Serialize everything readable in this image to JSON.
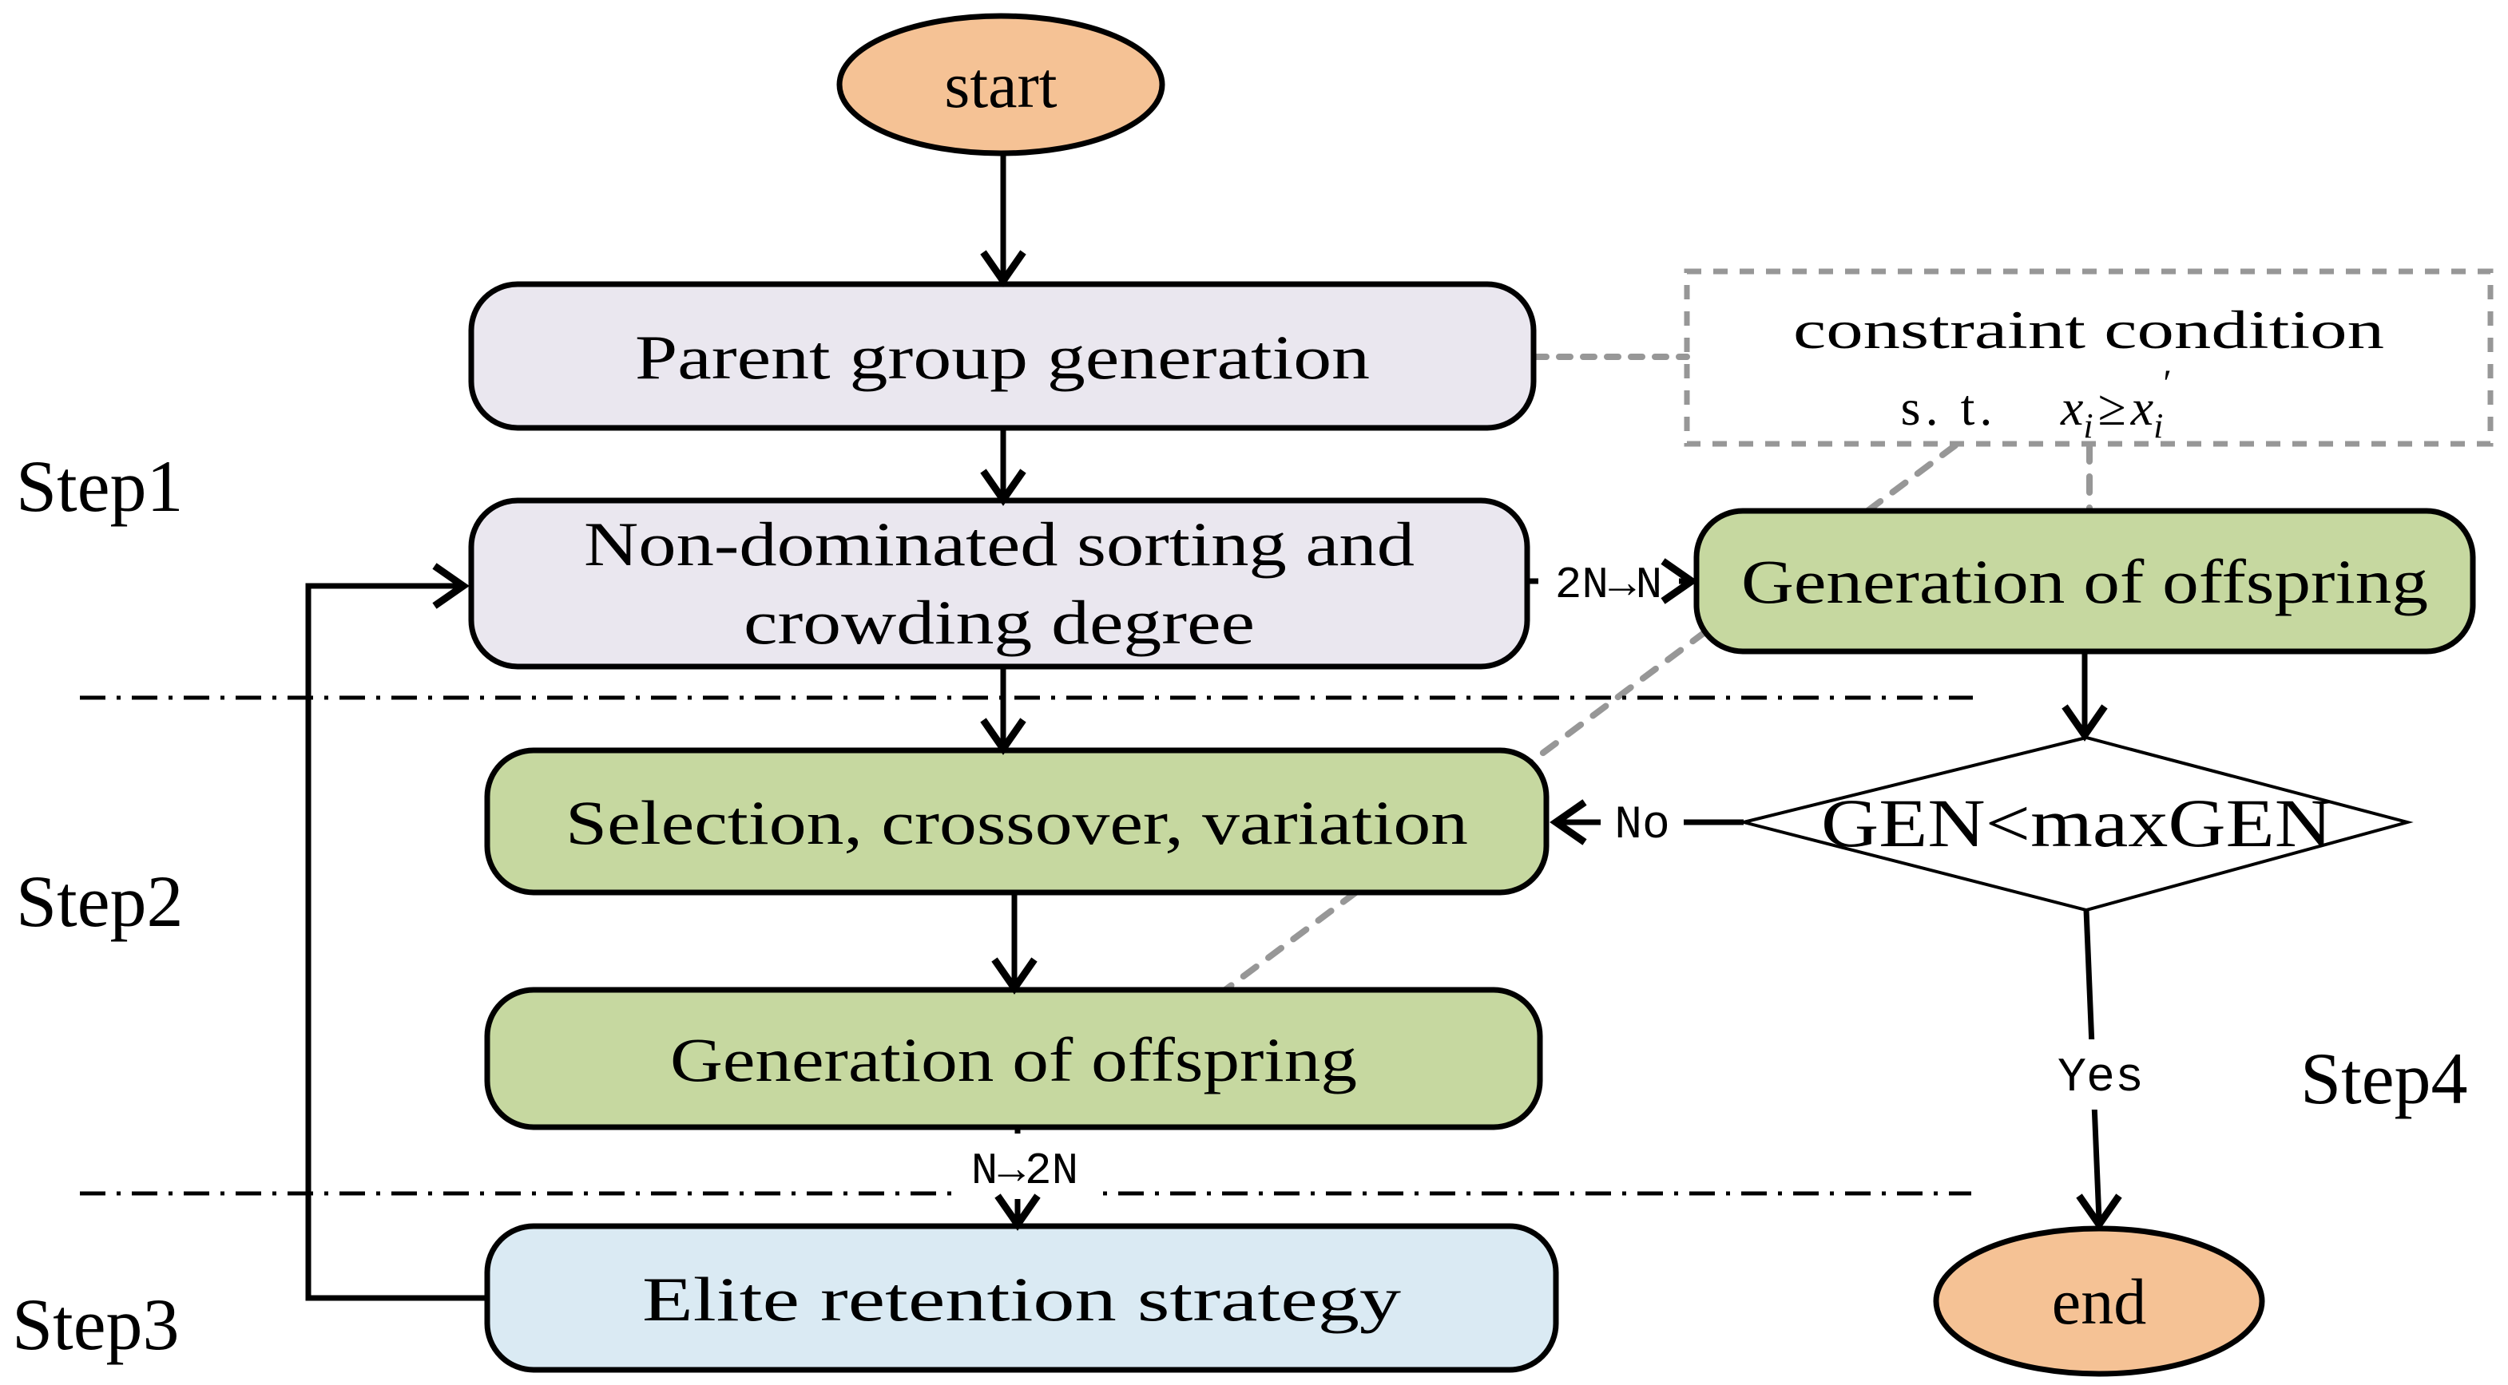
{
  "figure": {
    "type": "flowchart",
    "description": "Genetic algorithm optimization flow with four steps"
  },
  "colors": {
    "terminal_fill": "#F5C295",
    "process_fill": "#EAE7EF",
    "green_fill": "#C6D8A0",
    "blue_fill": "#DAEAF3",
    "diamond_fill": "#FFFFFF",
    "gray": "#979797",
    "gray_text": "#8C8C8C",
    "black": "#000000"
  },
  "nodes": {
    "start": {
      "label": "start"
    },
    "parent": {
      "label": "Parent group generation"
    },
    "constraint": {
      "line1": "constraint condition",
      "st": "s. t.",
      "x": "x",
      "sub_i": "i",
      "geq": "≥",
      "prime": "′"
    },
    "nondominated": {
      "line1": "Non-dominated sorting and",
      "line2": "crowding degree"
    },
    "offspring_right": {
      "label": "Generation of offspring"
    },
    "selection": {
      "label": "Selection, crossover, variation"
    },
    "decision": {
      "label": "GEN<maxGEN"
    },
    "offspring_left": {
      "label": "Generation of offspring"
    },
    "elite": {
      "label": "Elite retention strategy"
    },
    "end": {
      "label": "end"
    }
  },
  "edge_labels": {
    "reduce": "2N→N",
    "no": "No",
    "expand": "N→2N",
    "yes": "Yes"
  },
  "step_labels": {
    "step1": "Step1",
    "step2": "Step2",
    "step3": "Step3",
    "step4": "Step4"
  }
}
